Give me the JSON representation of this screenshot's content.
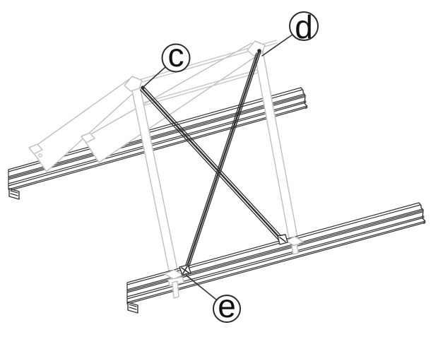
{
  "figure": {
    "type": "technical-illustration",
    "description": "Isometric line drawing of two mounting rails with two light tilt-leg triangles and dark X cross-braces, annotated with circled part callouts",
    "background_color": "#ffffff",
    "primary_line_color": "#353535",
    "secondary_line_color": "#c6c6c6",
    "label_color": "#101010"
  },
  "callouts": {
    "c": {
      "label": "c"
    },
    "d": {
      "label": "d"
    },
    "e": {
      "label": "e"
    }
  }
}
